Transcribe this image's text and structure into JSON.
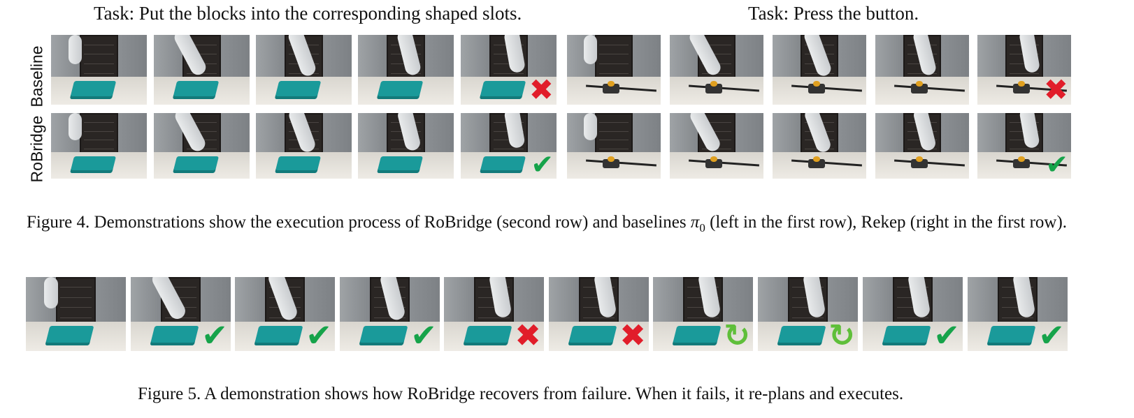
{
  "fig4": {
    "task_left": "Task: Put the blocks into the corresponding shaped slots.",
    "task_right": "Task: Press the button.",
    "row_labels": [
      "Baseline",
      "RoBridge"
    ],
    "caption_before_pi": "Figure 4. Demonstrations show the execution process of RoBridge (second row) and baselines ",
    "caption_pi": "π",
    "caption_pi_sub": "0",
    "caption_after_pi": " (left in the first row), Rekep (right in the first row).",
    "baseline_left_marks": [
      "",
      "",
      "",
      "",
      "cross"
    ],
    "baseline_right_marks": [
      "",
      "",
      "",
      "",
      "cross"
    ],
    "robridge_left_marks": [
      "",
      "",
      "",
      "",
      "check"
    ],
    "robridge_right_marks": [
      "",
      "",
      "",
      "",
      "check"
    ]
  },
  "fig5": {
    "marks": [
      "",
      "check",
      "check",
      "check",
      "cross",
      "cross",
      "retry",
      "retry",
      "check",
      "check"
    ],
    "caption": "Figure 5. A demonstration shows how RoBridge recovers from failure. When it fails, it re-plans and executes."
  },
  "icons": {
    "check": "check-icon",
    "cross": "cross-icon",
    "retry": "retry-icon"
  },
  "colors": {
    "check": "#16a34a",
    "cross": "#e11d2a",
    "retry": "#5fbf3a"
  }
}
